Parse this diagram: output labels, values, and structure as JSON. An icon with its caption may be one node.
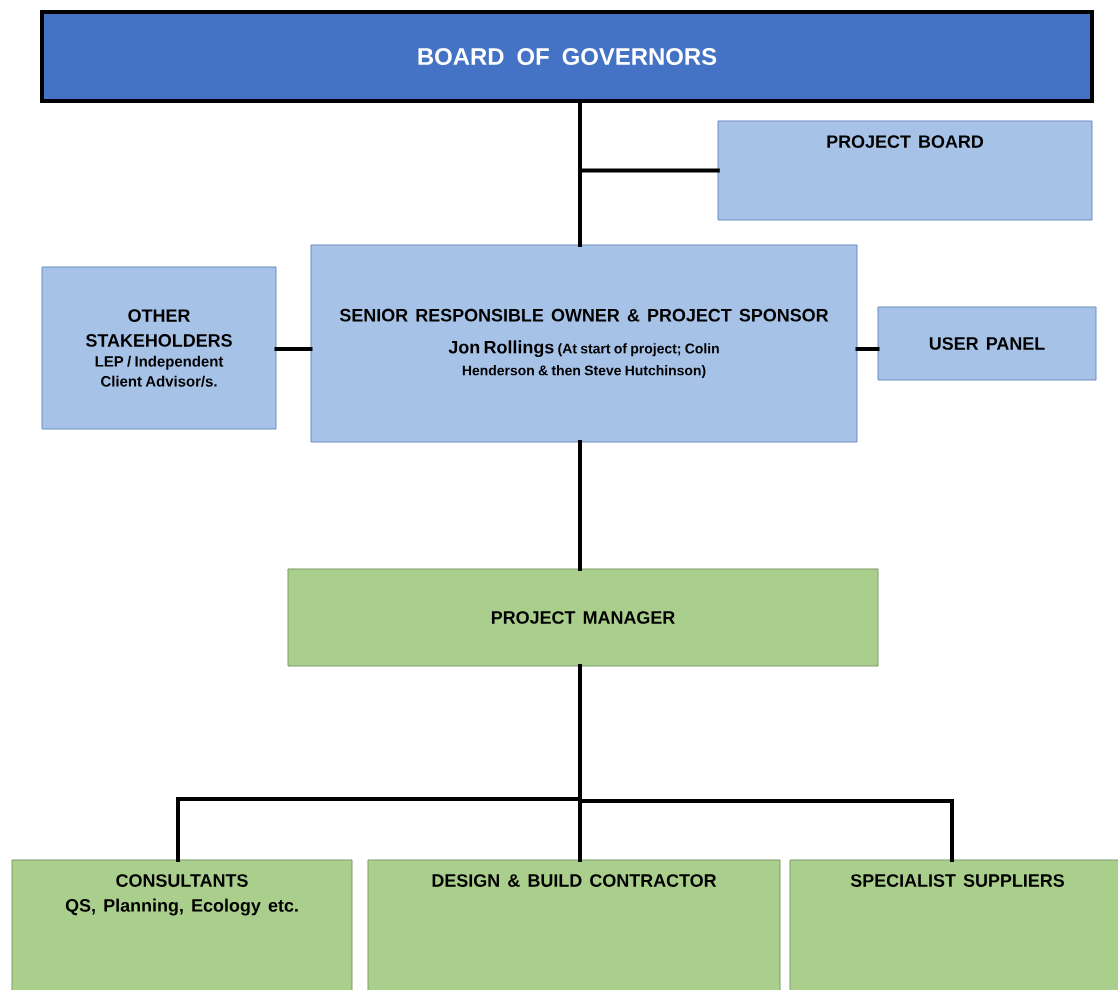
{
  "diagram": {
    "nodes": [
      {
        "text": [
          "BOARD OF GOVERNORS"
        ]
      },
      {
        "text": [
          "PROJECT BOARD"
        ]
      },
      {
        "text": [
          "OTHER STAKEHOLDERS",
          "LEP / Independent Client Advisor/s."
        ]
      },
      {
        "text": [
          "SENIOR RESPONSIBLE OWNER & PROJECT SPONSOR",
          "Jon Rollings",
          "(At start of project; Colin Henderson & then Steve Hutchinson)"
        ]
      },
      {
        "text": [
          "USER PANEL"
        ]
      },
      {
        "text": [
          "PROJECT MANAGER"
        ]
      },
      {
        "text": [
          "CONSULTANTS",
          "QS, Planning, Ecology etc."
        ]
      },
      {
        "text": [
          "DESIGN & BUILD CONTRACTOR"
        ]
      },
      {
        "text": [
          "SPECIALIST SUPPLIERS"
        ]
      }
    ],
    "edges": [
      {
        "from": 0,
        "to": 3,
        "arrow": "none"
      },
      {
        "from": 0,
        "to": 1,
        "arrow": "none"
      },
      {
        "from": 3,
        "to": 2,
        "arrow": "none"
      },
      {
        "from": 3,
        "to": 4,
        "arrow": "none"
      },
      {
        "from": 3,
        "to": 5,
        "arrow": "none"
      },
      {
        "from": 5,
        "to": 6,
        "arrow": "none"
      },
      {
        "from": 5,
        "to": 7,
        "arrow": "none"
      },
      {
        "from": 5,
        "to": 8,
        "arrow": "none"
      }
    ]
  }
}
